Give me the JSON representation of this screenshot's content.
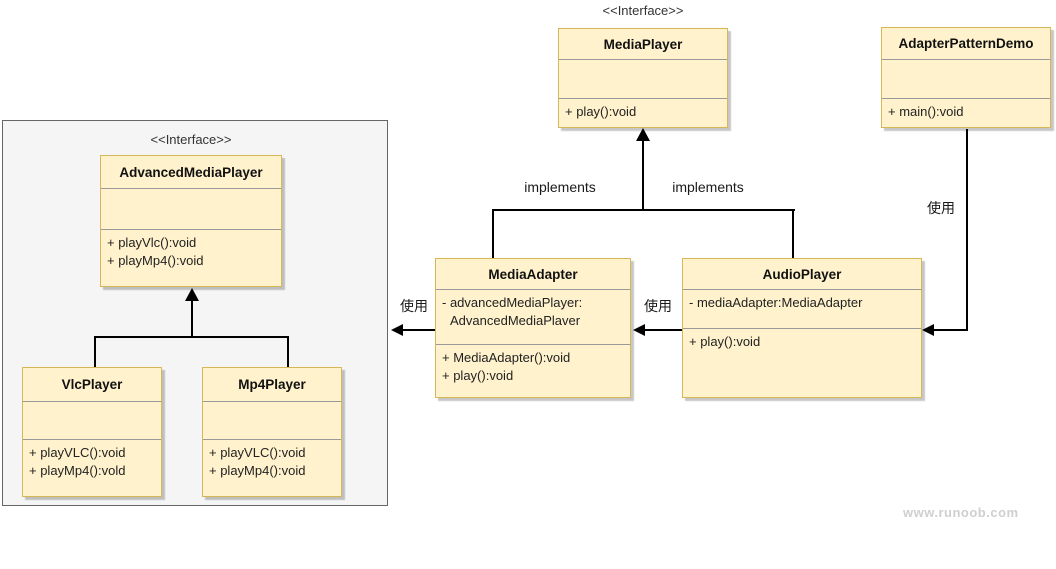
{
  "diagram": {
    "interface_stereotype": "<<Interface>>",
    "classes": {
      "media_player": {
        "title": "MediaPlayer",
        "methods": [
          "+ play():void"
        ]
      },
      "adapter_pattern_demo": {
        "title": "AdapterPatternDemo",
        "methods": [
          "+ main():void"
        ]
      },
      "advanced_media_player": {
        "title": "AdvancedMediaPlayer",
        "methods": [
          "+ playVlc():void",
          "+ playMp4():void"
        ]
      },
      "vlc_player": {
        "title": "VlcPlayer",
        "methods": [
          "+ playVLC():void",
          "+ playMp4():vold"
        ]
      },
      "mp4_player": {
        "title": "Mp4Player",
        "methods": [
          "+ playVLC():void",
          "+ playMp4():void"
        ]
      },
      "media_adapter": {
        "title": "MediaAdapter",
        "attributes": [
          "- advancedMediaPlayer:",
          "AdvancedMediaPlaver"
        ],
        "methods": [
          "+ MediaAdapter():void",
          "+ play():void"
        ]
      },
      "audio_player": {
        "title": "AudioPlayer",
        "attributes": [
          "- mediaAdapter:MediaAdapter"
        ],
        "methods": [
          "+ play():void"
        ]
      }
    },
    "edge_labels": {
      "implements_left": "implements",
      "implements_right": "implements",
      "use_left": "使用",
      "use_middle": "使用",
      "use_right": "使用"
    },
    "watermark": "www.runoob.com",
    "colors": {
      "class_fill": "#FFF2CC",
      "class_border": "#D6B656",
      "section_separator": "#999999",
      "container_fill": "#F5F5F5",
      "container_border": "#666666",
      "connector": "#000000",
      "watermark": "#CFCFCF"
    }
  }
}
